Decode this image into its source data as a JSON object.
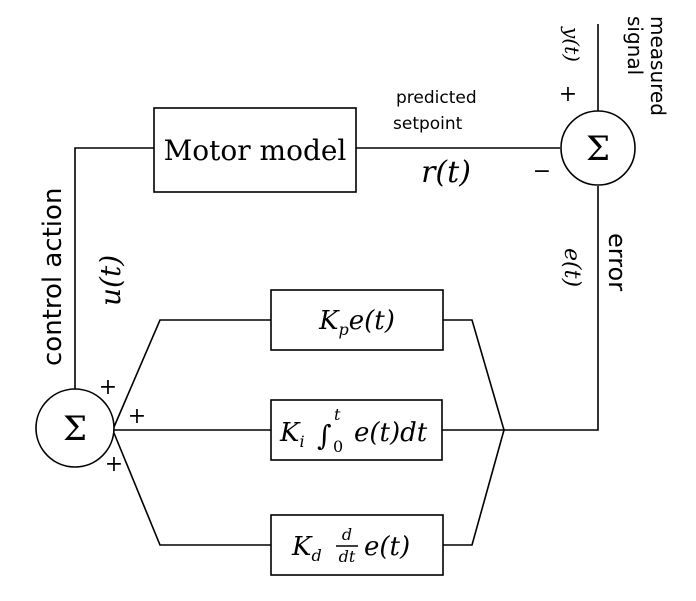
{
  "blocks": {
    "motor_model": "Motor model",
    "sum_symbol": "Σ"
  },
  "signals": {
    "predicted_line1": "predicted",
    "predicted_line2": "setpoint",
    "r_t": "r(t)",
    "measured_line1": "measured",
    "measured_line2": "signal",
    "y_t": "y(t)",
    "error": "error",
    "e_t": "e(t)",
    "control_action": "control action",
    "u_t": "u(t)"
  },
  "signs": {
    "plus": "+",
    "minus": "−"
  },
  "terms": {
    "proportional": {
      "coef": "K",
      "sub": "p",
      "rest": "e(t)"
    },
    "integral": {
      "coef": "K",
      "sub": "i",
      "integral": "∫",
      "upper": "t",
      "lower": "0",
      "rest": "e(t)dt"
    },
    "derivative": {
      "coef": "K",
      "sub": "d",
      "num": "d",
      "den": "dt",
      "rest": "e(t)"
    }
  }
}
